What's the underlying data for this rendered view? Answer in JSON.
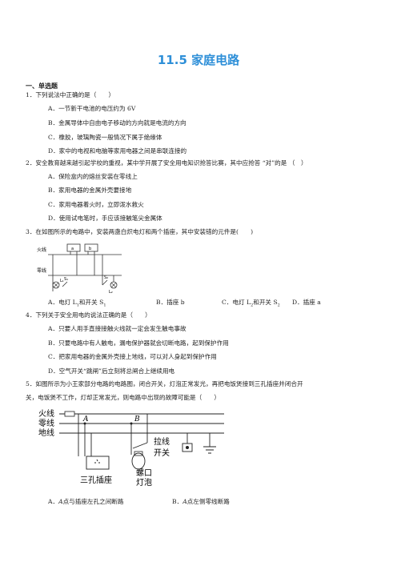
{
  "title": "11.5 家庭电路",
  "section": "一、单选题",
  "q1": {
    "stem": "1．下列说法中正确的是（　　）",
    "a": "A．一节新干电池的电压约为 6V",
    "b": "B．金属导体中自由电子移动的方向就是电流的方向",
    "c": "C．橡胶，玻璃陶瓷一般情况下属于绝缘体",
    "d": "D．家中的电视和电脑等家用电器之间是串联连接的"
  },
  "q2": {
    "stem": "2．安全教育越来越引起学校的重视，某中学开展了安全用电知识抢答比赛，其中应抢答 “对”的是 （　）",
    "a": "A．保险盒内的熔丝安装在零线上",
    "b": "B．家用电器的金属外壳要接地",
    "c": "C．家用电器着火时，立即泼水救火",
    "d": "D．使用试电笔时，手应该接触笔尖金属体"
  },
  "q3": {
    "stem": "3．在如图所示的电路中，安装两盏白炽电灯和两个插座，其中安装错的元件是(　　)",
    "a_pre": "A．电灯 L",
    "a_sub": "1",
    "a_post": " 和开关 S",
    "a_sub2": "1",
    "b": "B．插座 b",
    "c_pre": "C．电灯 L",
    "c_sub": "2",
    "c_post": " 和开关 S",
    "c_sub2": "2",
    "d": "D．插座 a",
    "fig_fire": "火线",
    "fig_zero": "零线",
    "fig_a": "a",
    "fig_b": "b",
    "fig_s1": "S₁",
    "fig_s2": "S₂",
    "fig_l1": "L₁",
    "fig_l2": "L₂"
  },
  "q4": {
    "stem": "4．下列关于安全用电的说法正确的是（　　）",
    "a": "A．只要人用手直接接触火线就一定会发生触电事故",
    "b": "B．只要电路中有人触电，漏电保护器就会切断电路，起到保护作用",
    "c": "C．把家用电器的金属外壳接上地线，可以对人身起到保护作用",
    "d": "D．空气开关“跳闸”后立刻将总闸合上继续用电"
  },
  "q5": {
    "stem1": "5．如图所示为小王家部分电路的电路图，闭合开关，灯泡正常发光，再把电饭煲接到三孔插座并闭合开",
    "stem2": "关，电饭煲不工作，灯却正常发光，则电路中出现的故障可能是（　　）",
    "fig_fire": "火线",
    "fig_zero": "零线",
    "fig_ground": "地线",
    "fig_A": "A",
    "fig_B": "B",
    "fig_switch1": "拉线",
    "fig_switch2": "开关",
    "fig_socket": "三孔插座",
    "fig_bulb1": "螺口",
    "fig_bulb2": "灯泡",
    "a_pre": "A．",
    "a_letter": "A",
    "a_post": " 点与插座左孔之间断路",
    "b_pre": "B．",
    "b_letter": "A",
    "b_post": " 点左侧零线断路"
  }
}
